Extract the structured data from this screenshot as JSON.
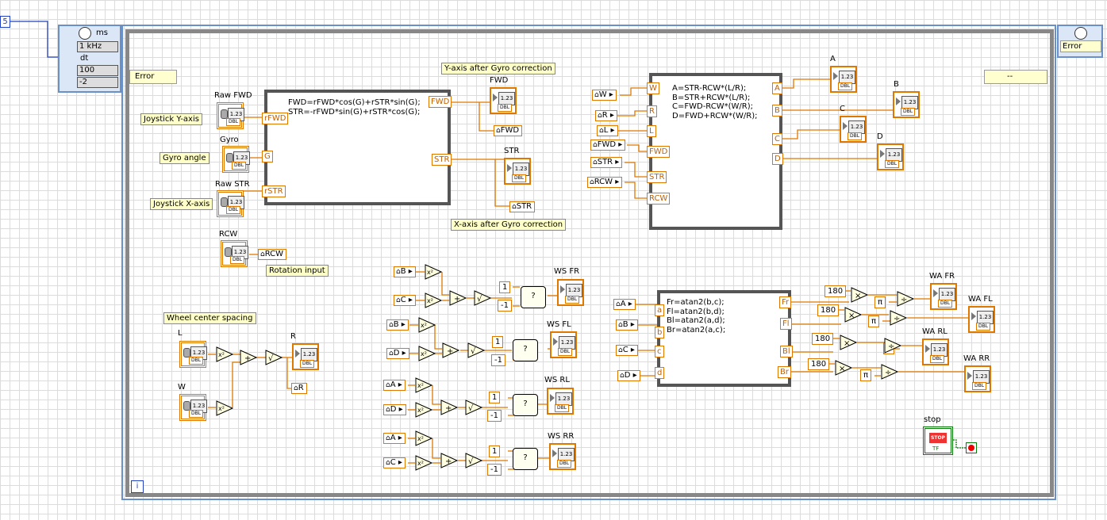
{
  "timing": {
    "top_input": "5",
    "unit": "ms",
    "freq": "1 kHz",
    "dt": "dt",
    "period": "100",
    "priority": "-2"
  },
  "cluster": {
    "error_in": "Error",
    "error_out": "Error",
    "empty": "--"
  },
  "notes": {
    "joy_y": "Joystick Y-axis",
    "gyro_angle": "Gyro angle",
    "joy_x": "Joystick X-axis",
    "y_after": "Y-axis after Gyro correction",
    "x_after": "X-axis after Gyro correction",
    "rotation": "Rotation input",
    "wheel_spacing": "Wheel center spacing"
  },
  "controls": {
    "raw_fwd": "Raw FWD",
    "gyro": "Gyro",
    "raw_str": "Raw STR",
    "rcw": "RCW",
    "l": "L",
    "w": "W",
    "display_value": "1.23",
    "dbl": "DBL"
  },
  "indicators": {
    "fwd": "FWD",
    "str": "STR",
    "a": "A",
    "b": "B",
    "c": "C",
    "d": "D",
    "r": "R",
    "ws_fr": "WS FR",
    "ws_fl": "WS FL",
    "ws_rl": "WS RL",
    "ws_rr": "WS RR",
    "wa_fr": "WA FR",
    "wa_fl": "WA FL",
    "wa_rl": "WA RL",
    "wa_rr": "WA RR",
    "stop": "stop",
    "stop_btn": "STOP",
    "tf": "TF"
  },
  "formula1": {
    "text": "FWD=rFWD*cos(G)+rSTR*sin(G);\nSTR=-rFWD*sin(G)+rSTR*cos(G);",
    "inputs": [
      "rFWD",
      "G",
      "rSTR"
    ],
    "outputs": [
      "FWD",
      "STR"
    ]
  },
  "formula2": {
    "text": "A=STR-RCW*(L/R);\nB=STR+RCW*(L/R);\nC=FWD-RCW*(W/R);\nD=FWD+RCW*(W/R);",
    "inputs": [
      "W",
      "R",
      "L",
      "FWD",
      "STR",
      "RCW"
    ],
    "outputs": [
      "A",
      "B",
      "C",
      "D"
    ]
  },
  "formula3": {
    "text": "Fr=atan2(b,c);\nFl=atan2(b,d);\nBl=atan2(a,d);\nBr=atan2(a,c);",
    "inputs": [
      "a",
      "b",
      "c",
      "d"
    ],
    "outputs": [
      "Fr",
      "Fl",
      "Bl",
      "Br"
    ]
  },
  "locals": {
    "fwd": "FWD",
    "str": "STR",
    "rcw": "RCW",
    "r": "R",
    "w": "W",
    "l": "L",
    "a": "A",
    "b": "B",
    "c": "C",
    "d": "D"
  },
  "constants": {
    "one": "1",
    "neg_one": "-1",
    "c180": "180",
    "pi": "π"
  },
  "ops": {
    "square": "x²",
    "add": "+",
    "sqrt": "√",
    "mul": "×",
    "div": "÷",
    "select": "?"
  },
  "loop_info": "i"
}
